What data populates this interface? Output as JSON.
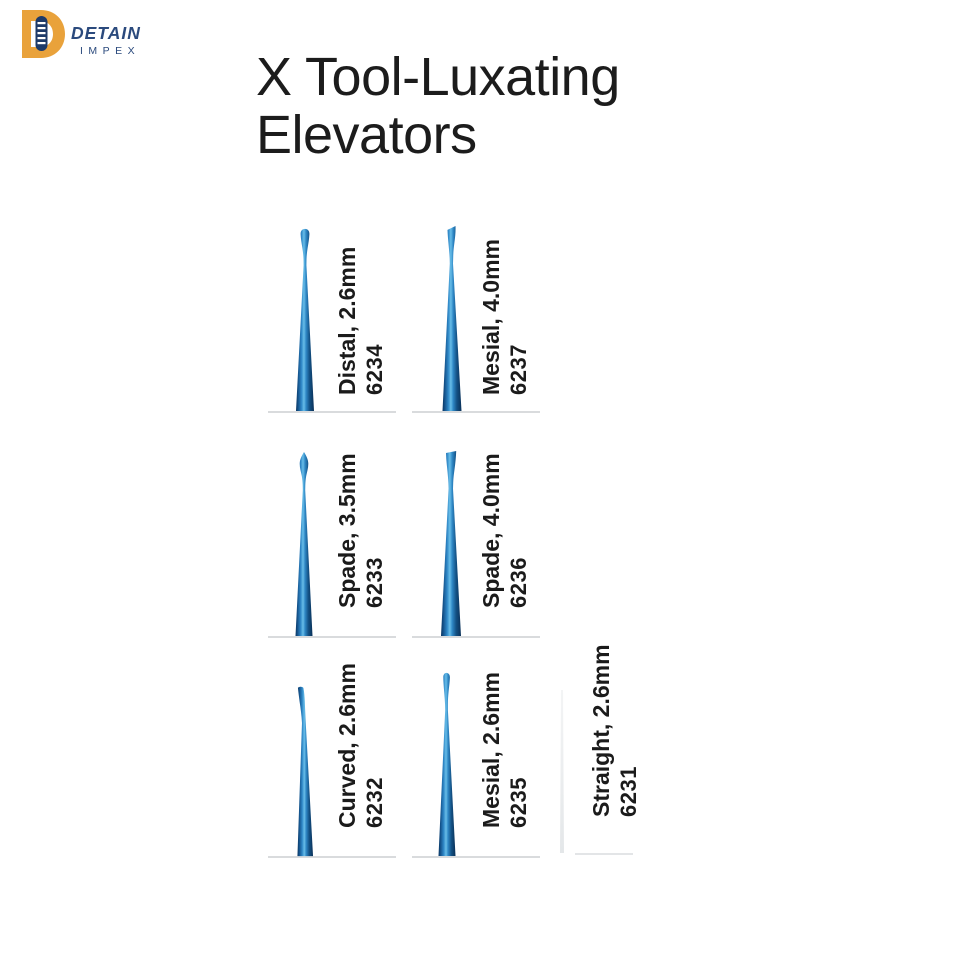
{
  "brand": {
    "name": "DETAIN",
    "subname": "IMPEX"
  },
  "title": {
    "line1": "X Tool-Luxating",
    "line2": "Elevators"
  },
  "products": [
    {
      "name": "Distal, 2.6mm",
      "code": "6234",
      "tip": "distal"
    },
    {
      "name": "Mesial, 4.0mm",
      "code": "6237",
      "tip": "mesial-angled"
    },
    {
      "name": "Spade, 3.5mm",
      "code": "6233",
      "tip": "spade-pointed"
    },
    {
      "name": "Spade, 4.0mm",
      "code": "6236",
      "tip": "spade-wide"
    },
    {
      "name": "Curved, 2.6mm",
      "code": "6232",
      "tip": "curved"
    },
    {
      "name": "Mesial, 2.6mm",
      "code": "6235",
      "tip": "mesial-small"
    },
    {
      "name": "Straight, 2.6mm",
      "code": "6231",
      "tip": "straight-faint"
    }
  ],
  "colors": {
    "instrument_blue": "#2f87c4",
    "instrument_highlight": "#68bde8",
    "instrument_dark": "#0b3561",
    "baseline_gray": "#d9dbdd",
    "title_black": "#1c1c1c",
    "logo_navy": "#2b4a7d",
    "logo_orange": "#e9a23b"
  }
}
